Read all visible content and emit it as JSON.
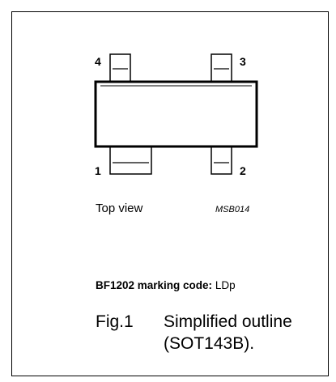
{
  "diagram": {
    "pins": [
      "1",
      "2",
      "3",
      "4"
    ],
    "view_label": "Top view",
    "drawing_code": "MSB014"
  },
  "marking": {
    "label": "BF1202 marking code:",
    "value": "LDp"
  },
  "figure": {
    "number": "Fig.1",
    "line1": "Simplified outline",
    "line2": "(SOT143B)."
  }
}
